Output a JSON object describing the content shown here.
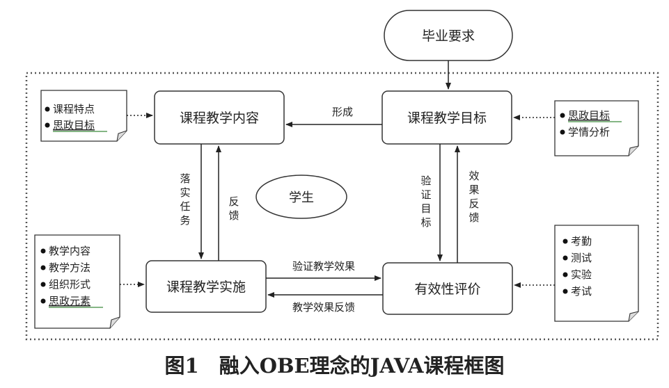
{
  "nodes": {
    "graduation": "毕业要求",
    "content": "课程教学内容",
    "goal": "课程教学目标",
    "implement": "课程教学实施",
    "evaluation": "有效性评价",
    "student": "学生"
  },
  "edges": {
    "form": "形成",
    "tasks": [
      "落",
      "实",
      "任",
      "务"
    ],
    "feedback": [
      "反",
      "馈"
    ],
    "verify_goal": [
      "验",
      "证",
      "目",
      "标"
    ],
    "effect_feedback": [
      "效",
      "果",
      "反",
      "馈"
    ],
    "verify_effect": "验证教学效果",
    "teaching_feedback": "教学效果反馈"
  },
  "notes": {
    "top_left": [
      "课程特点",
      "思政目标"
    ],
    "top_right": [
      "思政目标",
      "学情分析"
    ],
    "bottom_left": [
      "教学内容",
      "教学方法",
      "组织形式",
      "思政元素"
    ],
    "bottom_right": [
      "考勤",
      "测试",
      "实验",
      "考试"
    ]
  },
  "caption": "图1　融入OBE理念的JAVA课程框图"
}
